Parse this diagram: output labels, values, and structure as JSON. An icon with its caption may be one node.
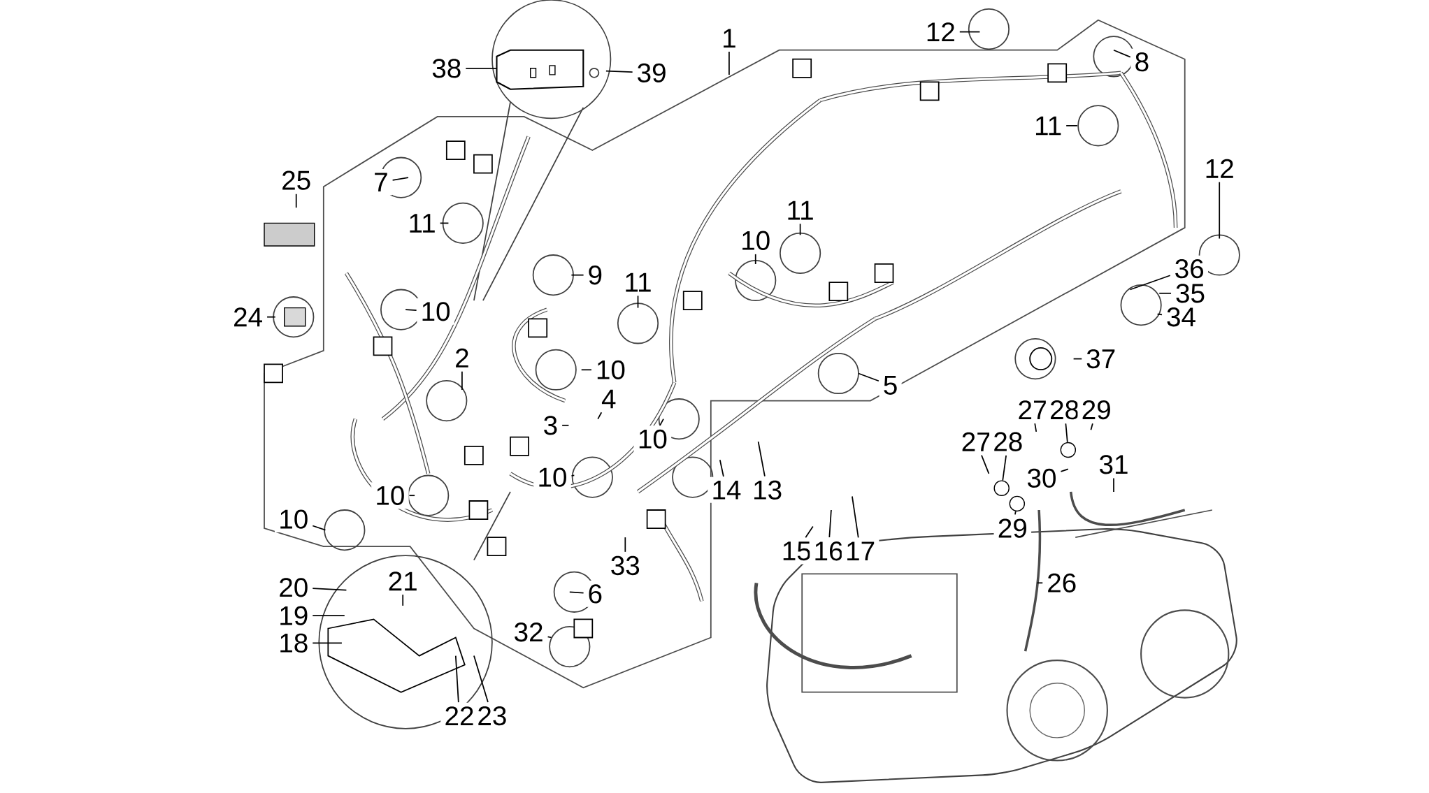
{
  "diagram": {
    "nodes": [
      {
        "text": [
          "1"
        ]
      },
      {
        "text": [
          "12"
        ]
      },
      {
        "text": [
          "8"
        ]
      },
      {
        "text": [
          "38"
        ]
      },
      {
        "text": [
          "39"
        ]
      },
      {
        "text": [
          "11"
        ]
      },
      {
        "text": [
          "12"
        ]
      },
      {
        "text": [
          "25"
        ]
      },
      {
        "text": [
          "7"
        ]
      },
      {
        "text": [
          "11"
        ]
      },
      {
        "text": [
          "11"
        ]
      },
      {
        "text": [
          "10"
        ]
      },
      {
        "text": [
          "36"
        ]
      },
      {
        "text": [
          "9"
        ]
      },
      {
        "text": [
          "11"
        ]
      },
      {
        "text": [
          "35"
        ]
      },
      {
        "text": [
          "10"
        ]
      },
      {
        "text": [
          "24"
        ]
      },
      {
        "text": [
          "34"
        ]
      },
      {
        "text": [
          "2"
        ]
      },
      {
        "text": [
          "37"
        ]
      },
      {
        "text": [
          "10"
        ]
      },
      {
        "text": [
          "5"
        ]
      },
      {
        "text": [
          "4"
        ]
      },
      {
        "text": [
          "27"
        ]
      },
      {
        "text": [
          "28"
        ]
      },
      {
        "text": [
          "29"
        ]
      },
      {
        "text": [
          "3"
        ]
      },
      {
        "text": [
          "10"
        ]
      },
      {
        "text": [
          "27"
        ]
      },
      {
        "text": [
          "28"
        ]
      },
      {
        "text": [
          "31"
        ]
      },
      {
        "text": [
          "30"
        ]
      },
      {
        "text": [
          "10"
        ]
      },
      {
        "text": [
          "14"
        ]
      },
      {
        "text": [
          "13"
        ]
      },
      {
        "text": [
          "10"
        ]
      },
      {
        "text": [
          "10"
        ]
      },
      {
        "text": [
          "29"
        ]
      },
      {
        "text": [
          "15"
        ]
      },
      {
        "text": [
          "16"
        ]
      },
      {
        "text": [
          "17"
        ]
      },
      {
        "text": [
          "33"
        ]
      },
      {
        "text": [
          "26"
        ]
      },
      {
        "text": [
          "20"
        ]
      },
      {
        "text": [
          "21"
        ]
      },
      {
        "text": [
          "6"
        ]
      },
      {
        "text": [
          "19"
        ]
      },
      {
        "text": [
          "32"
        ]
      },
      {
        "text": [
          "18"
        ]
      },
      {
        "text": [
          "22"
        ]
      },
      {
        "text": [
          "23"
        ]
      },
      {
        "text": [],
        "shape": "circle"
      },
      {
        "text": [],
        "shape": "circle"
      },
      {
        "text": [],
        "shape": "circle"
      }
    ],
    "edges": [
      {
        "from": 0,
        "to": null,
        "arrow": "none"
      },
      {
        "from": 1,
        "to": null,
        "arrow": "none"
      },
      {
        "from": 2,
        "to": null,
        "arrow": "none"
      },
      {
        "from": 3,
        "to": null,
        "arrow": "none"
      },
      {
        "from": 4,
        "to": null,
        "arrow": "none"
      },
      {
        "from": 5,
        "to": null,
        "arrow": "none"
      },
      {
        "from": 6,
        "to": null,
        "arrow": "none"
      },
      {
        "from": 7,
        "to": null,
        "arrow": "none"
      },
      {
        "from": 8,
        "to": null,
        "arrow": "none"
      },
      {
        "from": 9,
        "to": null,
        "arrow": "none"
      },
      {
        "from": 10,
        "to": null,
        "arrow": "none"
      },
      {
        "from": 11,
        "to": null,
        "arrow": "none"
      },
      {
        "from": 12,
        "to": null,
        "arrow": "none"
      },
      {
        "from": 13,
        "to": null,
        "arrow": "none"
      },
      {
        "from": 14,
        "to": null,
        "arrow": "none"
      },
      {
        "from": 15,
        "to": null,
        "arrow": "none"
      },
      {
        "from": 16,
        "to": null,
        "arrow": "none"
      },
      {
        "from": 17,
        "to": null,
        "arrow": "none"
      },
      {
        "from": 18,
        "to": null,
        "arrow": "none"
      },
      {
        "from": 19,
        "to": null,
        "arrow": "none"
      },
      {
        "from": 20,
        "to": null,
        "arrow": "none"
      },
      {
        "from": 21,
        "to": null,
        "arrow": "none"
      },
      {
        "from": 22,
        "to": null,
        "arrow": "none"
      },
      {
        "from": 23,
        "to": null,
        "arrow": "none"
      },
      {
        "from": 24,
        "to": null,
        "arrow": "none"
      },
      {
        "from": 25,
        "to": 52,
        "arrow": "none"
      },
      {
        "from": 26,
        "to": null,
        "arrow": "none"
      },
      {
        "from": 27,
        "to": null,
        "arrow": "none"
      },
      {
        "from": 28,
        "to": null,
        "arrow": "none"
      },
      {
        "from": 29,
        "to": null,
        "arrow": "none"
      },
      {
        "from": 30,
        "to": 53,
        "arrow": "none"
      },
      {
        "from": 31,
        "to": null,
        "arrow": "none"
      },
      {
        "from": 32,
        "to": null,
        "arrow": "none"
      },
      {
        "from": 33,
        "to": null,
        "arrow": "none"
      },
      {
        "from": 34,
        "to": null,
        "arrow": "none"
      },
      {
        "from": 35,
        "to": null,
        "arrow": "none"
      },
      {
        "from": 36,
        "to": null,
        "arrow": "none"
      },
      {
        "from": 37,
        "to": null,
        "arrow": "none"
      },
      {
        "from": 38,
        "to": 54,
        "arrow": "none"
      },
      {
        "from": 39,
        "to": null,
        "arrow": "none"
      },
      {
        "from": 40,
        "to": null,
        "arrow": "none"
      },
      {
        "from": 41,
        "to": null,
        "arrow": "none"
      },
      {
        "from": 42,
        "to": null,
        "arrow": "none"
      },
      {
        "from": 43,
        "to": null,
        "arrow": "none"
      },
      {
        "from": 44,
        "to": null,
        "arrow": "none"
      },
      {
        "from": 45,
        "to": null,
        "arrow": "none"
      },
      {
        "from": 46,
        "to": null,
        "arrow": "none"
      },
      {
        "from": 47,
        "to": null,
        "arrow": "none"
      },
      {
        "from": 48,
        "to": null,
        "arrow": "none"
      },
      {
        "from": 49,
        "to": null,
        "arrow": "none"
      },
      {
        "from": 50,
        "to": null,
        "arrow": "none"
      },
      {
        "from": 51,
        "to": null,
        "arrow": "none"
      }
    ]
  }
}
